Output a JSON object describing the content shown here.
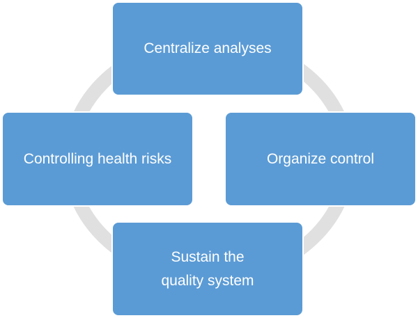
{
  "colors": {
    "node_fill": "#5b9bd5",
    "node_text": "#ffffff",
    "ring": "#e0e0e0"
  },
  "diagram": {
    "type": "cycle",
    "nodes": {
      "top": "Centralize analyses",
      "right": "Organize control",
      "bottom": "Sustain the quality system",
      "left": "Controlling health risks"
    }
  }
}
